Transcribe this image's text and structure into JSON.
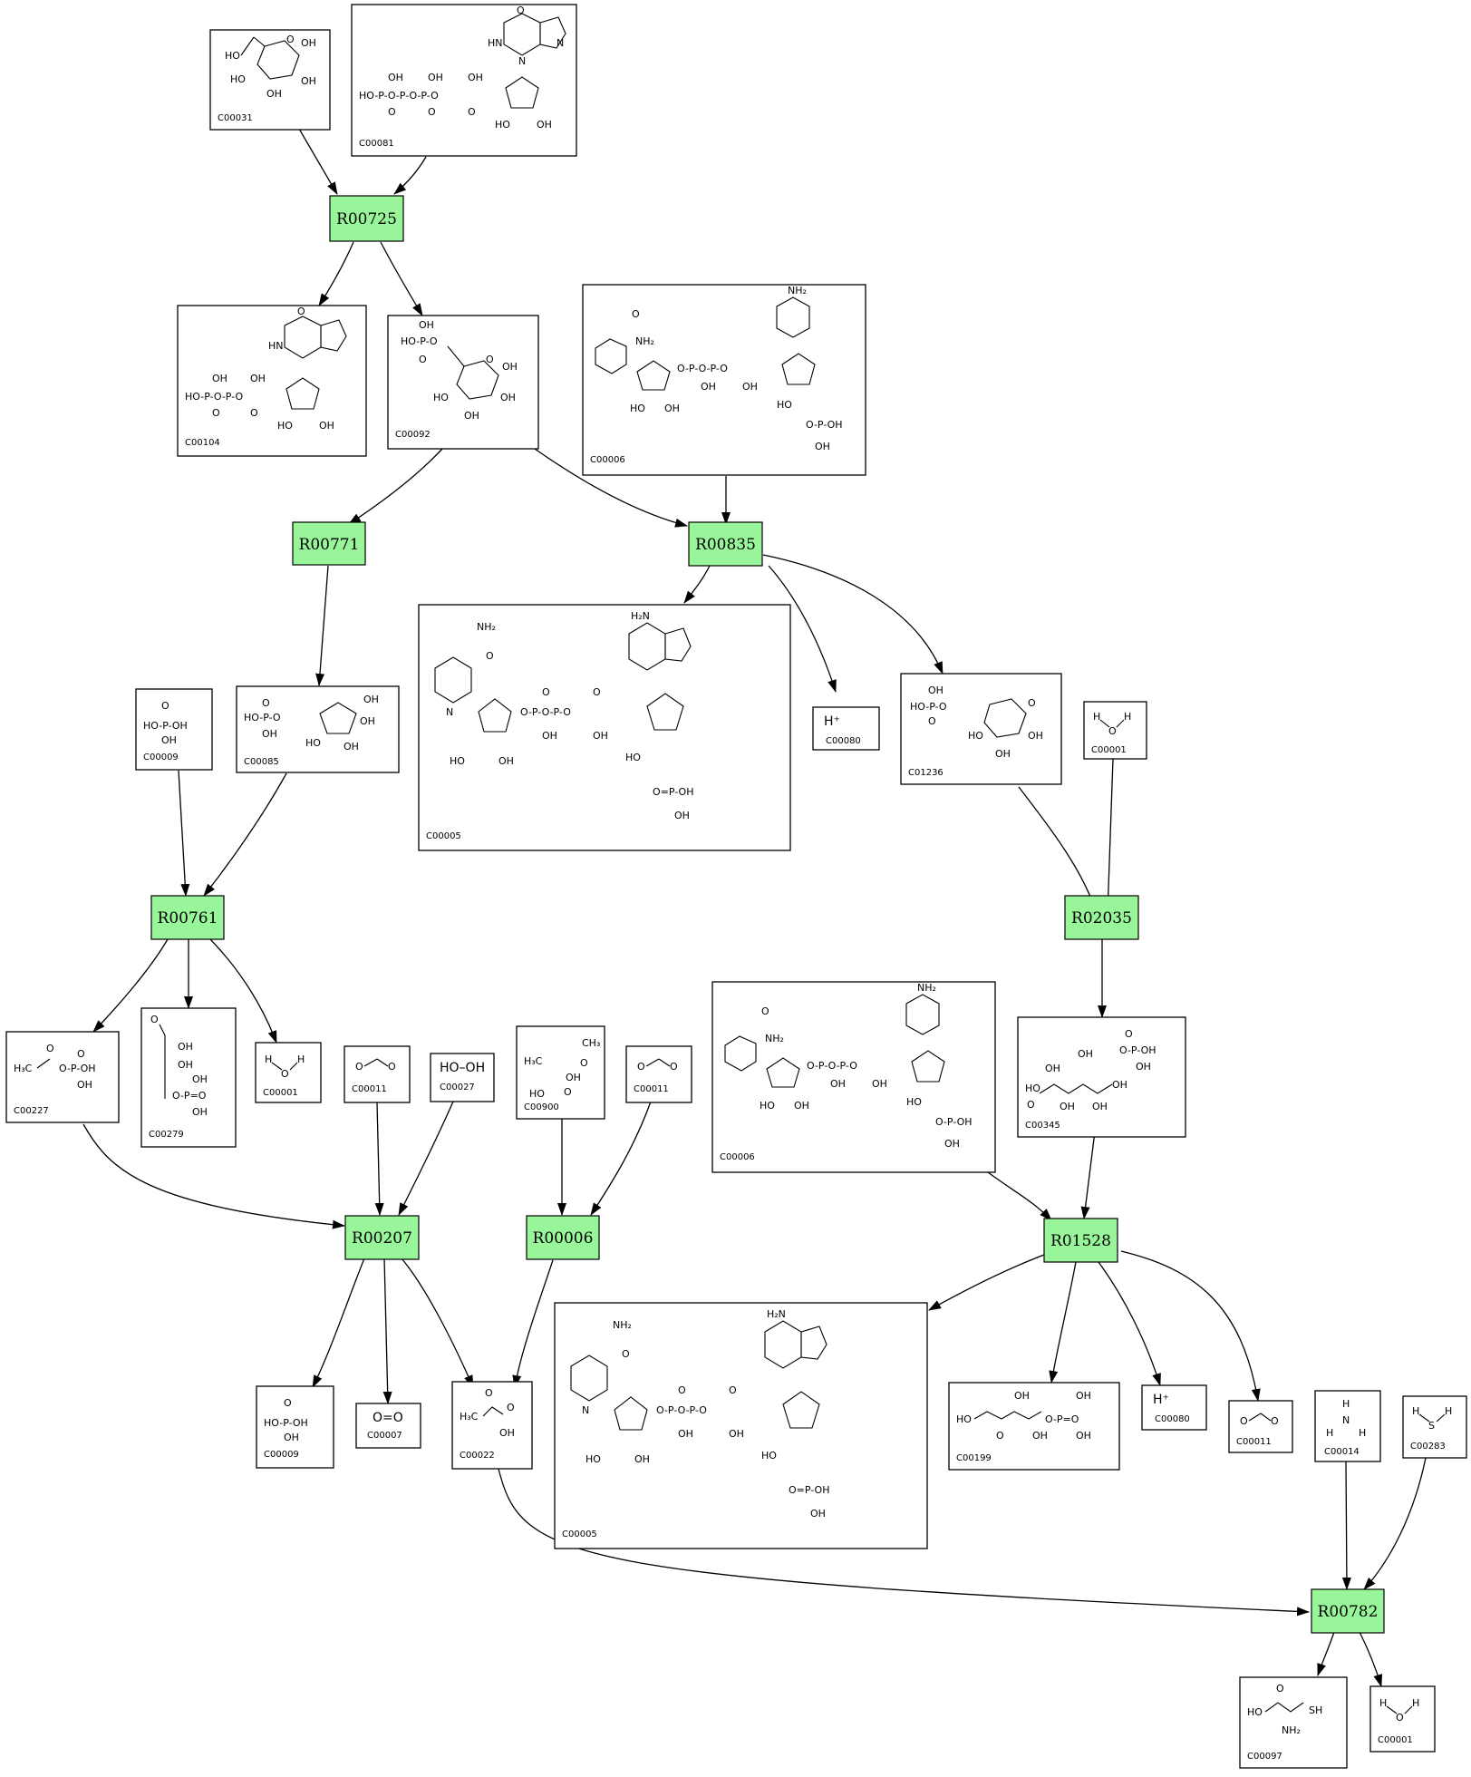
{
  "colors": {
    "reaction_fill": "#99f599",
    "compound_fill": "#ffffff",
    "stroke": "#000000"
  },
  "reactions": {
    "R00725": "R00725",
    "R00771": "R00771",
    "R00835": "R00835",
    "R00761": "R00761",
    "R02035": "R02035",
    "R00207": "R00207",
    "R00006": "R00006",
    "R01528": "R01528",
    "R00782": "R00782"
  },
  "compounds": {
    "c00031": "C00031",
    "c00081": "C00081",
    "c00104": "C00104",
    "c00092": "C00092",
    "c00006a": "C00006",
    "c00005a": "C00005",
    "c00080a": "C00080",
    "c01236": "C01236",
    "c00001a": "C00001",
    "c00009a": "C00009",
    "c00085": "C00085",
    "c00227": "C00227",
    "c00279": "C00279",
    "c00001b": "C00001",
    "c00011a": "C00011",
    "c00027": "C00027",
    "c00900": "C00900",
    "c00011b": "C00011",
    "c00006b": "C00006",
    "c00345": "C00345",
    "c00009b": "C00009",
    "c00007": "C00007",
    "c00022": "C00022",
    "c00005b": "C00005",
    "c00199": "C00199",
    "c00080b": "C00080",
    "c00011c": "C00011",
    "c00014": "C00014",
    "c00283": "C00283",
    "c00097": "C00097",
    "c00001c": "C00001"
  },
  "formulas": {
    "hydrogen_peroxide": "HO–OH",
    "oxygen": "O=O",
    "proton": "H⁺"
  },
  "edges": [
    [
      "C00031",
      "R00725"
    ],
    [
      "C00081",
      "R00725"
    ],
    [
      "R00725",
      "C00104"
    ],
    [
      "R00725",
      "C00092"
    ],
    [
      "C00092",
      "R00771"
    ],
    [
      "C00092",
      "R00835"
    ],
    [
      "C00006",
      "R00835"
    ],
    [
      "R00835",
      "C00005"
    ],
    [
      "R00835",
      "C00080"
    ],
    [
      "R00835",
      "C01236"
    ],
    [
      "R00771",
      "C00085"
    ],
    [
      "C00009",
      "R00761"
    ],
    [
      "C00085",
      "R00761"
    ],
    [
      "C01236",
      "R02035"
    ],
    [
      "C00001",
      "R02035"
    ],
    [
      "R00761",
      "C00227"
    ],
    [
      "R00761",
      "C00279"
    ],
    [
      "R00761",
      "C00001"
    ],
    [
      "R02035",
      "C00345"
    ],
    [
      "C00227",
      "R00207"
    ],
    [
      "C00011",
      "R00207"
    ],
    [
      "C00027",
      "R00207"
    ],
    [
      "C00900",
      "R00006"
    ],
    [
      "C00011",
      "R00006"
    ],
    [
      "C00006",
      "R01528"
    ],
    [
      "C00345",
      "R01528"
    ],
    [
      "R00207",
      "C00009"
    ],
    [
      "R00207",
      "C00007"
    ],
    [
      "R00207",
      "C00022"
    ],
    [
      "R00006",
      "C00022"
    ],
    [
      "R01528",
      "C00005"
    ],
    [
      "R01528",
      "C00199"
    ],
    [
      "R01528",
      "C00080"
    ],
    [
      "R01528",
      "C00011"
    ],
    [
      "C00022",
      "R00782"
    ],
    [
      "C00014",
      "R00782"
    ],
    [
      "C00283",
      "R00782"
    ],
    [
      "R00782",
      "C00097"
    ],
    [
      "R00782",
      "C00001"
    ]
  ]
}
